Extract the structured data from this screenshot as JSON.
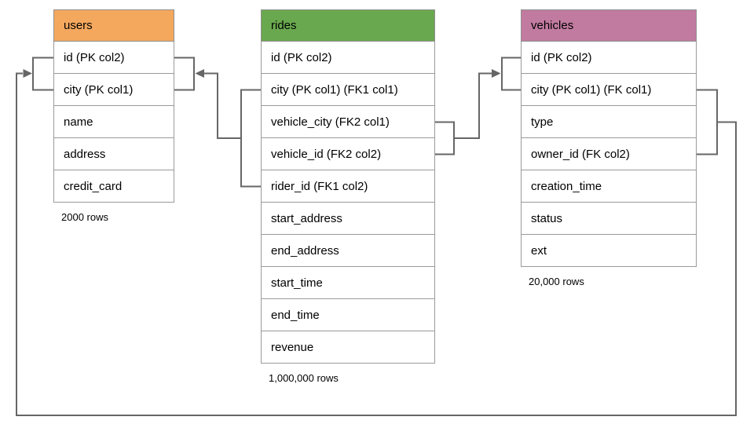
{
  "diagram": {
    "background": "#ffffff",
    "line_color": "#666666",
    "border_color": "#9a9a9a",
    "tables": [
      {
        "name": "users",
        "header_color": "#f4a85e",
        "caption": "2000 rows",
        "rows": [
          "id (PK col2)",
          "city (PK col1)",
          "name",
          "address",
          "credit_card"
        ]
      },
      {
        "name": "rides",
        "header_color": "#6aa84f",
        "caption": "1,000,000 rows",
        "rows": [
          "id (PK col2)",
          "city (PK col1) (FK1 col1)",
          "vehicle_city (FK2 col1)",
          "vehicle_id (FK2 col2)",
          "rider_id (FK1 col2)",
          "start_address",
          "end_address",
          "start_time",
          "end_time",
          "revenue"
        ]
      },
      {
        "name": "vehicles",
        "header_color": "#c27ba0",
        "caption": "20,000 rows",
        "rows": [
          "id (PK col2)",
          "city (PK col1) (FK col1)",
          "type",
          "owner_id (FK col2)",
          "creation_time",
          "status",
          "ext"
        ]
      }
    ],
    "relationships": [
      {
        "from": "rides (city, rider_id) FK1",
        "to": "users (id, city)"
      },
      {
        "from": "rides (vehicle_city, vehicle_id) FK2",
        "to": "vehicles (id, city)"
      },
      {
        "from": "vehicles (city, owner_id) FK",
        "to": "users (id, city)"
      }
    ]
  }
}
